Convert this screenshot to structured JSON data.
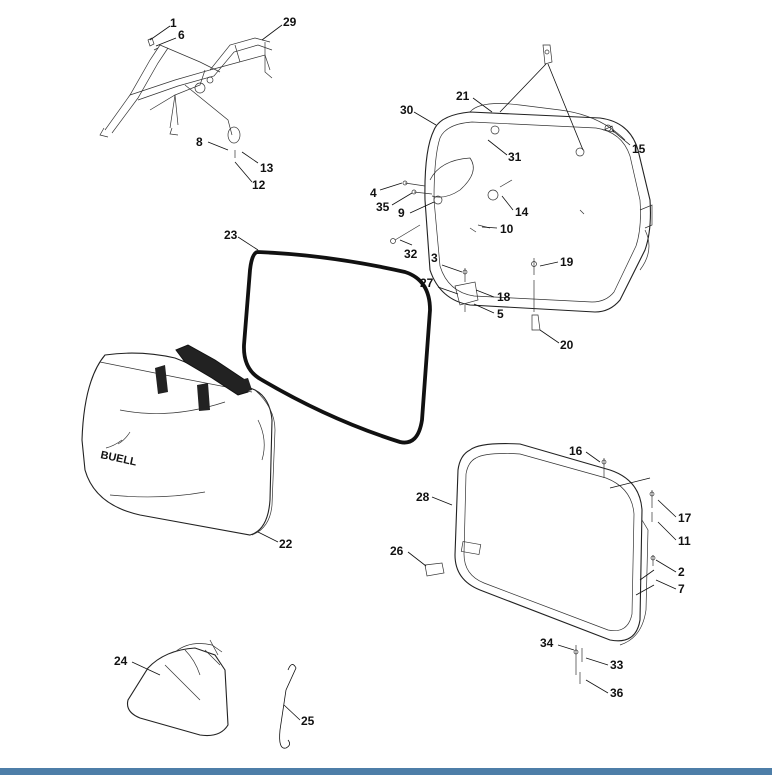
{
  "diagram": {
    "brand_text": "BUELL",
    "callouts": [
      {
        "id": "c1",
        "text": "1"
      },
      {
        "id": "c6",
        "text": "6"
      },
      {
        "id": "c29",
        "text": "29"
      },
      {
        "id": "c8",
        "text": "8"
      },
      {
        "id": "c13",
        "text": "13"
      },
      {
        "id": "c12",
        "text": "12"
      },
      {
        "id": "c21",
        "text": "21"
      },
      {
        "id": "c30",
        "text": "30"
      },
      {
        "id": "c15",
        "text": "15"
      },
      {
        "id": "c31",
        "text": "31"
      },
      {
        "id": "c4",
        "text": "4"
      },
      {
        "id": "c35",
        "text": "35"
      },
      {
        "id": "c9",
        "text": "9"
      },
      {
        "id": "c14",
        "text": "14"
      },
      {
        "id": "c10",
        "text": "10"
      },
      {
        "id": "c32",
        "text": "32"
      },
      {
        "id": "c23",
        "text": "23"
      },
      {
        "id": "c3",
        "text": "3"
      },
      {
        "id": "c19",
        "text": "19"
      },
      {
        "id": "c27",
        "text": "27"
      },
      {
        "id": "c18",
        "text": "18"
      },
      {
        "id": "c5",
        "text": "5"
      },
      {
        "id": "c20",
        "text": "20"
      },
      {
        "id": "c16",
        "text": "16"
      },
      {
        "id": "c28",
        "text": "28"
      },
      {
        "id": "c17",
        "text": "17"
      },
      {
        "id": "c11",
        "text": "11"
      },
      {
        "id": "c22",
        "text": "22"
      },
      {
        "id": "c26",
        "text": "26"
      },
      {
        "id": "c2",
        "text": "2"
      },
      {
        "id": "c7",
        "text": "7"
      },
      {
        "id": "c34",
        "text": "34"
      },
      {
        "id": "c33",
        "text": "33"
      },
      {
        "id": "c36",
        "text": "36"
      },
      {
        "id": "c24",
        "text": "24"
      },
      {
        "id": "c25",
        "text": "25"
      }
    ]
  }
}
